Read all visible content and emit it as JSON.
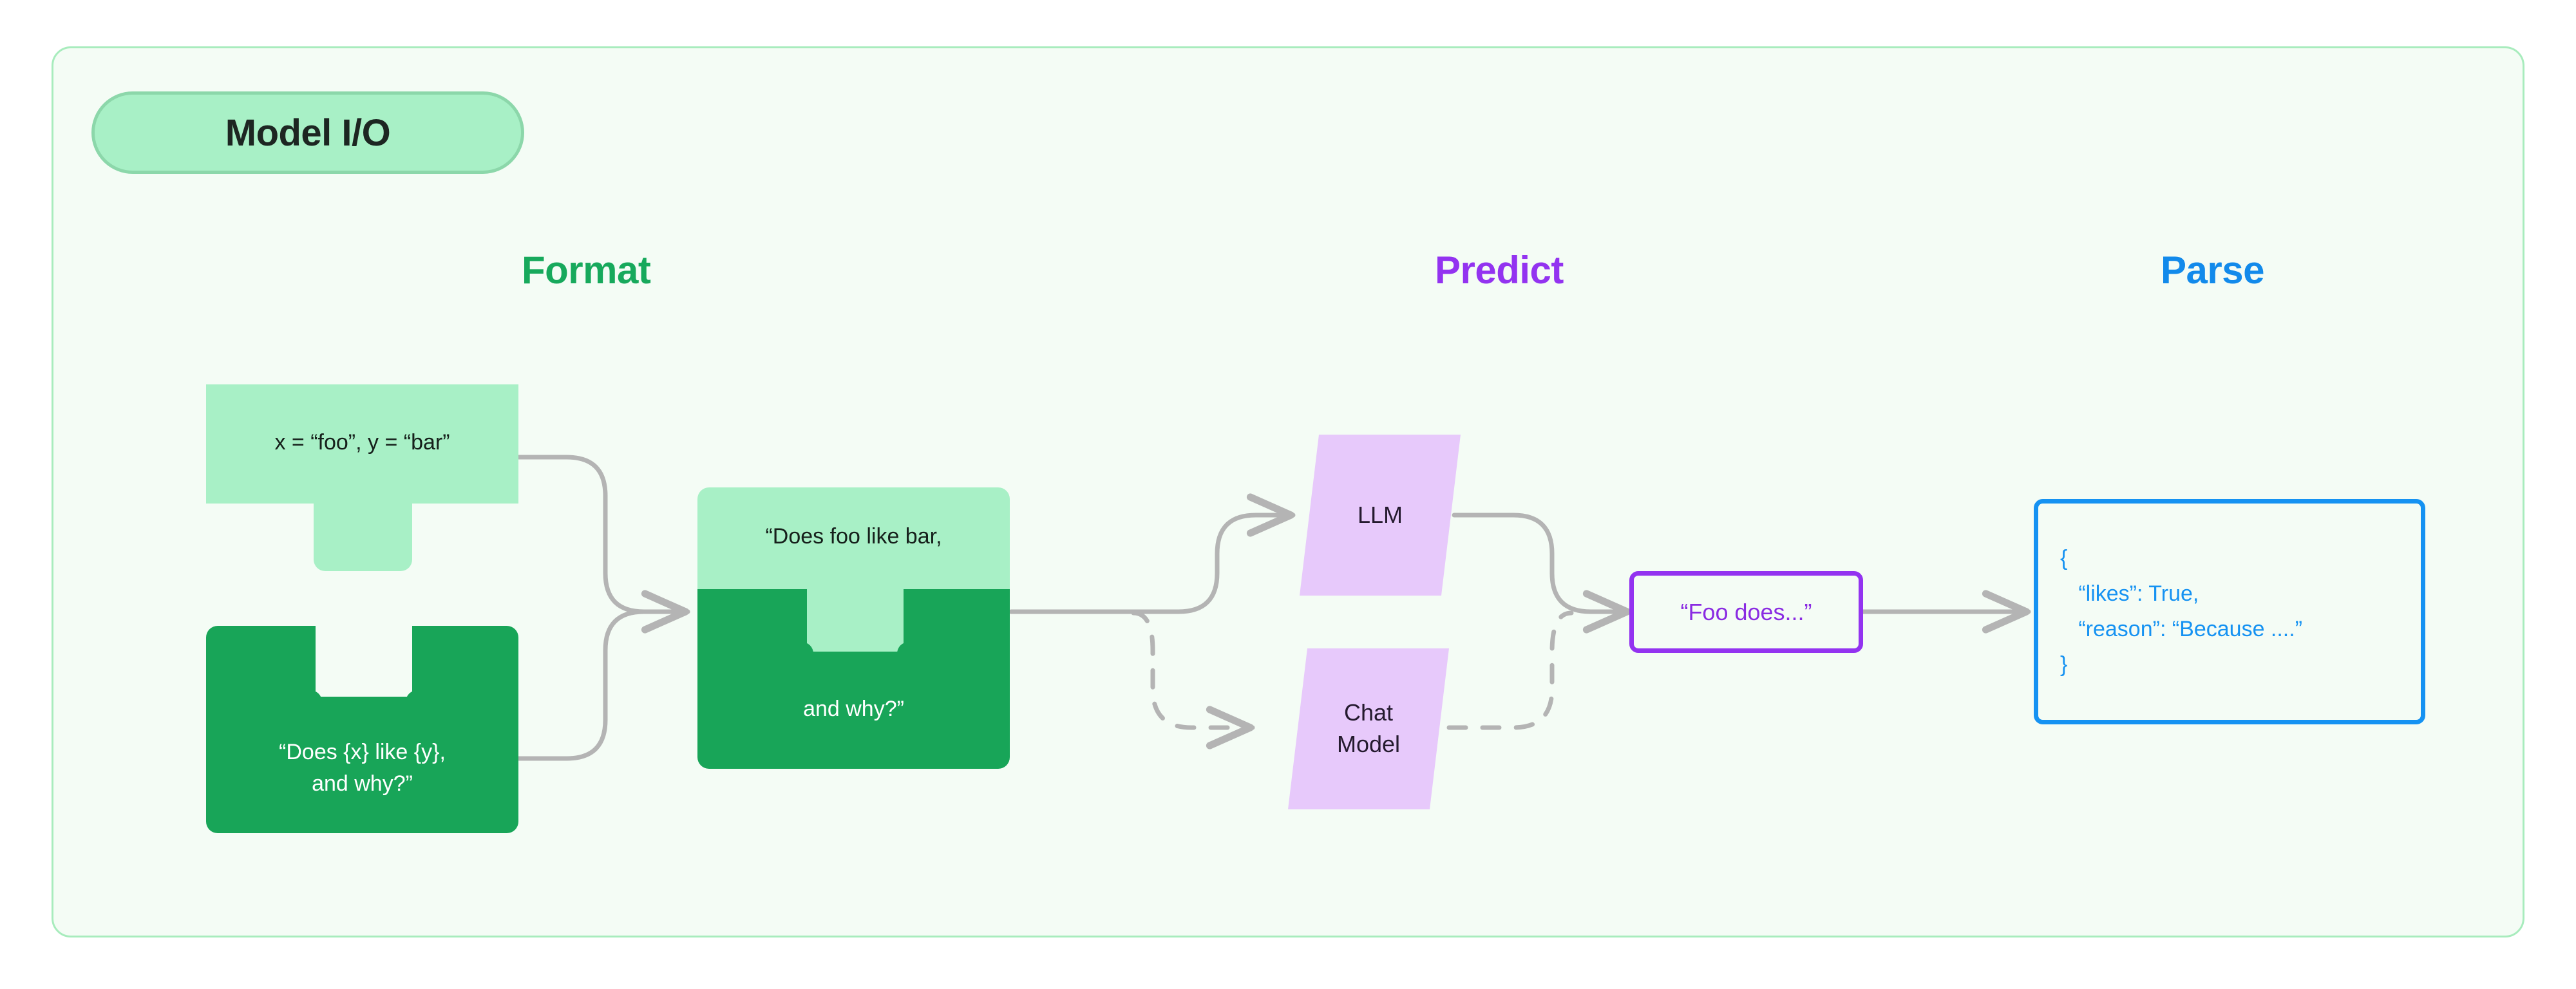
{
  "diagram": {
    "badge_label": "Model I/O",
    "sections": [
      {
        "id": "format",
        "label": "Format",
        "color": "#17a95c"
      },
      {
        "id": "predict",
        "label": "Predict",
        "color": "#9333f0"
      },
      {
        "id": "parse",
        "label": "Parse",
        "color": "#128aeb"
      }
    ],
    "format": {
      "variables_piece": {
        "text": "x = “foo”, y = “bar”",
        "fill": "#a8f0c6",
        "text_color": "#16201b"
      },
      "template_piece": {
        "text": "“Does {x} like {y},\nand why?”",
        "fill": "#18a558",
        "text_color": "#ffffff"
      },
      "merged_piece": {
        "top_text": "“Does foo like bar,",
        "bottom_text": "and why?”",
        "top_fill": "#a8f0c6",
        "bottom_fill": "#18a558",
        "top_text_color": "#16201b",
        "bottom_text_color": "#ffffff"
      }
    },
    "predict": {
      "models": [
        {
          "id": "llm",
          "label": "LLM",
          "fill": "#e7c9fb",
          "edge_style": "solid"
        },
        {
          "id": "chat-model",
          "label": "Chat\nModel",
          "fill": "#e7c9fb",
          "edge_style": "dashed"
        }
      ],
      "output_box": {
        "text": "“Foo does...”",
        "border_color": "#9333f0",
        "text_color": "#8a2be2"
      }
    },
    "parse": {
      "json_box": {
        "text": "{\n   “likes”: True,\n   “reason”: “Because ....”\n}",
        "border_color": "#1592f2",
        "text_color": "#1592f2"
      }
    },
    "edges": [
      {
        "id": "vars-to-merged",
        "from": "variables-piece",
        "to": "merged-piece",
        "style": "solid",
        "arrow": true
      },
      {
        "id": "template-to-merged",
        "from": "template-piece",
        "to": "merged-piece",
        "style": "solid",
        "arrow": true
      },
      {
        "id": "merged-to-llm",
        "from": "merged-piece",
        "to": "llm",
        "style": "solid",
        "arrow": true
      },
      {
        "id": "merged-to-chat",
        "from": "merged-piece",
        "to": "chat-model",
        "style": "dashed",
        "arrow": true
      },
      {
        "id": "llm-to-output",
        "from": "llm",
        "to": "output-box",
        "style": "solid",
        "arrow": true
      },
      {
        "id": "chat-to-output",
        "from": "chat-model",
        "to": "output-box",
        "style": "dashed",
        "arrow": true
      },
      {
        "id": "output-to-json",
        "from": "output-box",
        "to": "json-box",
        "style": "solid",
        "arrow": true
      }
    ],
    "theme": {
      "panel_background": "#f4fcf5",
      "panel_border": "#a8ecbd",
      "connector_color": "#b4b4b4"
    }
  }
}
